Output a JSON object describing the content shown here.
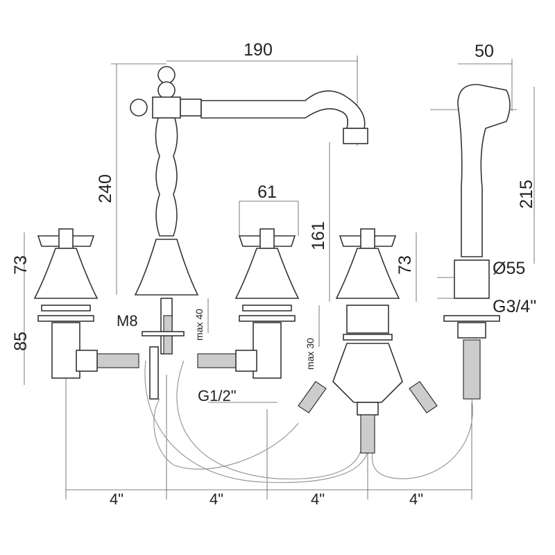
{
  "dimensions": {
    "spout_reach": "190",
    "handshower_width": "50",
    "spout_height": "240",
    "valve_width": "61",
    "spout_outlet_height": "161",
    "handshower_length": "215",
    "valve_height_left": "73",
    "valve_height_right": "73",
    "handshower_base_diameter": "Ø55",
    "handshower_thread": "G3/4\"",
    "rod_thread": "M8",
    "max_deck_thickness_40": "max 40",
    "max_deck_thickness_30": "max 30",
    "valve_shank_length": "85",
    "supply_thread": "G1/2\"",
    "spacing": [
      "4\"",
      "4\"",
      "4\"",
      "4\""
    ]
  }
}
